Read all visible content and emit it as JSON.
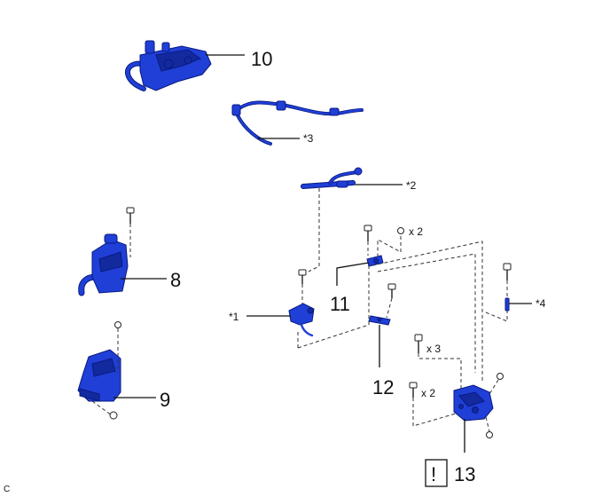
{
  "corner_mark": "C",
  "labels": {
    "p10": "10",
    "p8": "8",
    "p9": "9",
    "p11": "11",
    "p12": "12",
    "p13": "13",
    "n1": "*1",
    "n2": "*2",
    "n3": "*3",
    "n4": "*4"
  },
  "quantities": {
    "q_nut": "x 2",
    "q_bolt3": "x 3",
    "q_bolt2": "x 2"
  },
  "warning_symbol": "!",
  "colors": {
    "part": "#1f3fd6",
    "part_dark": "#122a9e",
    "line": "#111111"
  }
}
